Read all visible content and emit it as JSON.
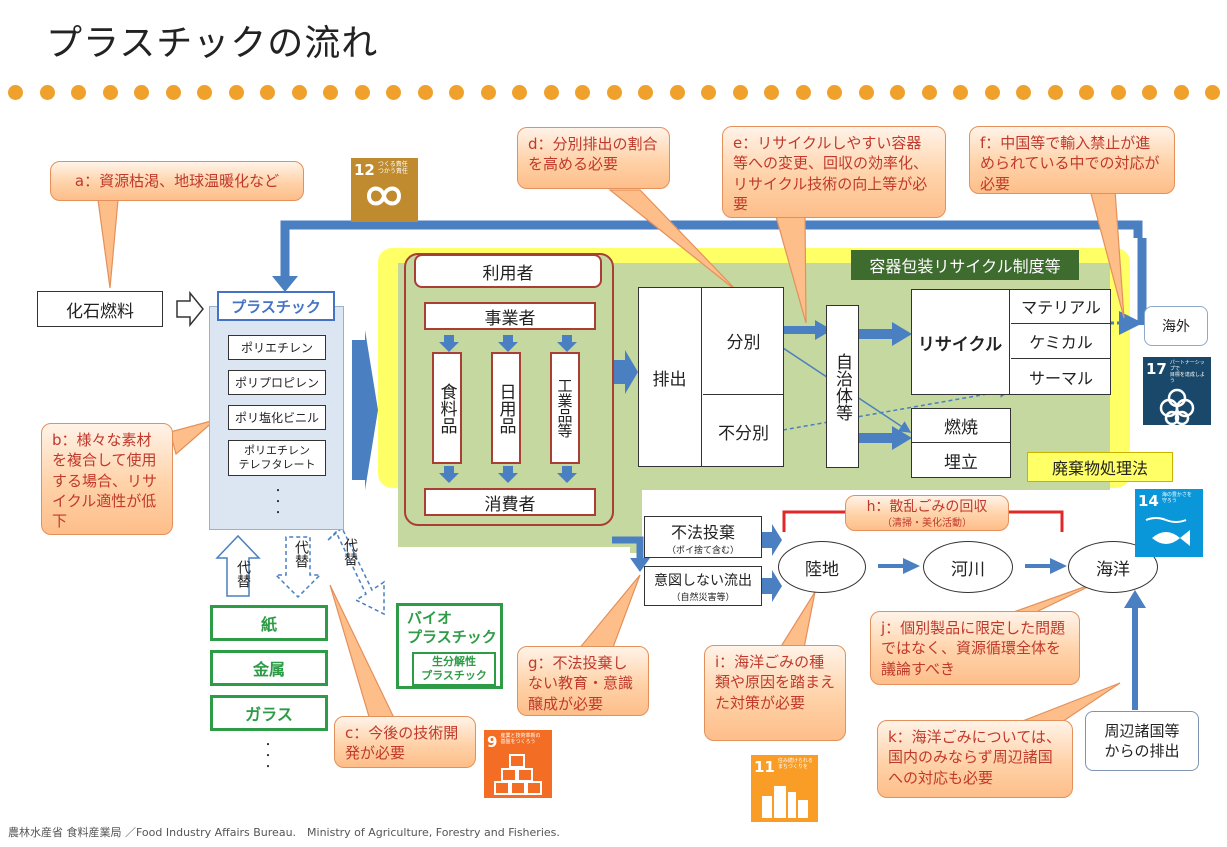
{
  "title": "プラスチックの流れ",
  "footer": "農林水産省 食料産業局 ／Food Industry Affairs Bureau.　Ministry of Agriculture, Forestry and Fisheries.",
  "callouts": {
    "a": "a：資源枯渇、地球温暖化など",
    "b": "b：様々な素材を複合して使用する場合、リサイクル適性が低下",
    "c": "c：今後の技術開発が必要",
    "d": "d：分別排出の割合を高める必要",
    "e": "e：リサイクルしやすい容器等への変更、回収の効率化、リサイクル技術の向上等が必要",
    "f": "f：中国等で輸入禁止が進められている中での対応が必要",
    "g": "g：不法投棄しない教育・意識醸成が必要",
    "h": "h：散乱ごみの回収",
    "h_sub": "（清掃・美化活動）",
    "i": "i：海洋ごみの種類や原因を踏まえた対策が必要",
    "j": "j：個別製品に限定した問題ではなく、資源循環全体を議論すべき",
    "k": "k：海洋ごみについては、国内のみならず周辺諸国への対応も必要"
  },
  "fossil": "化石燃料",
  "plastic": {
    "title": "プラスチック",
    "items": [
      "ポリエチレン",
      "ポリプロピレン",
      "ポリ塩化ビニル",
      "ポリエチレン\nテレフタレート"
    ],
    "more": "・\n・\n・"
  },
  "alt_label": "代替",
  "alternatives": [
    "紙",
    "金属",
    "ガラス"
  ],
  "alt_more": "・\n・\n・",
  "bio": {
    "title": "バイオ\nプラスチック",
    "sub": "生分解性\nプラスチック"
  },
  "users": {
    "title": "利用者",
    "business": "事業者",
    "columns": [
      "食料品",
      "日用品",
      "工業品等"
    ],
    "consumer": "消費者"
  },
  "law1": "容器包装リサイクル制度等",
  "law2": "廃棄物処理法",
  "discharge": "排出",
  "sorted": "分別",
  "unsorted": "不分別",
  "municipality": "自治体等",
  "recycle": {
    "title": "リサイクル",
    "types": [
      "マテリアル",
      "ケミカル",
      "サーマル"
    ]
  },
  "overseas": "海外",
  "incineration": "燃焼",
  "landfill": "埋立",
  "dumping": {
    "title": "不法投棄",
    "sub": "（ポイ捨て含む）"
  },
  "outflow": {
    "title": "意図しない流出",
    "sub": "（自然災害等）"
  },
  "land": "陸地",
  "river": "河川",
  "ocean": "海洋",
  "neighbors": "周辺諸国等\nからの排出",
  "sdgs": {
    "s12": {
      "num": "12",
      "text": "つくる責任\nつかう責任",
      "color": "#BF8B2E"
    },
    "s17": {
      "num": "17",
      "text": "パートナーシップで\n目標を達成しよう",
      "color": "#19486A"
    },
    "s14": {
      "num": "14",
      "text": "海の豊かさを\n守ろう",
      "color": "#0A97D9"
    },
    "s9": {
      "num": "9",
      "text": "産業と技術革新の\n基盤をつくろう",
      "color": "#F36D25"
    },
    "s11": {
      "num": "11",
      "text": "住み続けられる\nまちづくりを",
      "color": "#F99D26"
    }
  }
}
